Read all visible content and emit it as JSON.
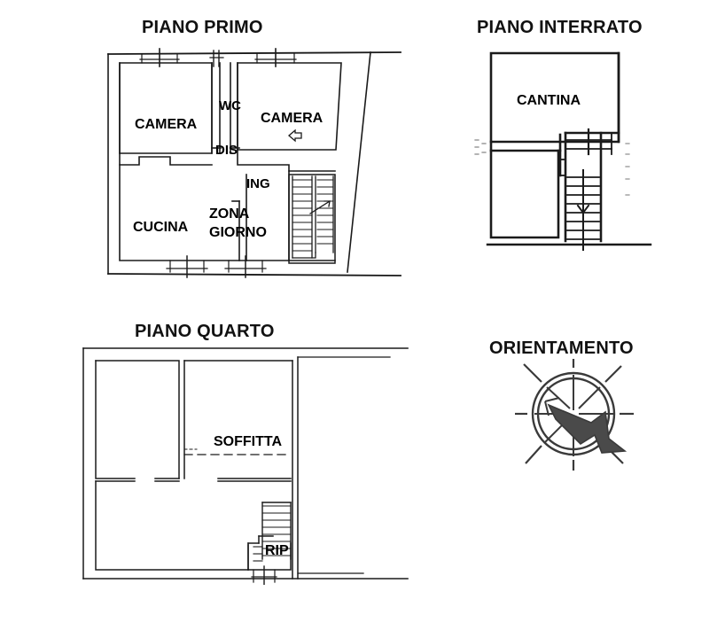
{
  "document": {
    "type": "floor-plan-sheet",
    "language": "it",
    "background_color": "#ffffff",
    "ink_color": "#1a1a1a"
  },
  "plans": {
    "piano_primo": {
      "title": "PIANO PRIMO",
      "rooms": [
        {
          "id": "camera-1",
          "label": "CAMERA"
        },
        {
          "id": "wc",
          "label": "WC"
        },
        {
          "id": "dis",
          "label": "DIS"
        },
        {
          "id": "camera-2",
          "label": "CAMERA"
        },
        {
          "id": "cucina",
          "label": "CUCINA"
        },
        {
          "id": "zona-giorno-line1",
          "label": "ZONA"
        },
        {
          "id": "zona-giorno-line2",
          "label": "GIORNO"
        },
        {
          "id": "ing",
          "label": "ING"
        }
      ],
      "features": [
        "entrance-arrow",
        "staircase",
        "windows",
        "doors"
      ]
    },
    "piano_interrato": {
      "title": "PIANO INTERRATO",
      "rooms": [
        {
          "id": "cantina",
          "label": "CANTINA"
        }
      ],
      "features": [
        "staircase",
        "landing"
      ]
    },
    "piano_quarto": {
      "title": "PIANO QUARTO",
      "rooms": [
        {
          "id": "soffitta",
          "label": "SOFFITTA"
        },
        {
          "id": "rip",
          "label": "RIP"
        }
      ],
      "features": [
        "staircase",
        "dashed-line",
        "doors"
      ]
    },
    "orientamento": {
      "title": "ORIENTAMENTO",
      "features": [
        "compass-rose",
        "north-arrow"
      ]
    }
  }
}
